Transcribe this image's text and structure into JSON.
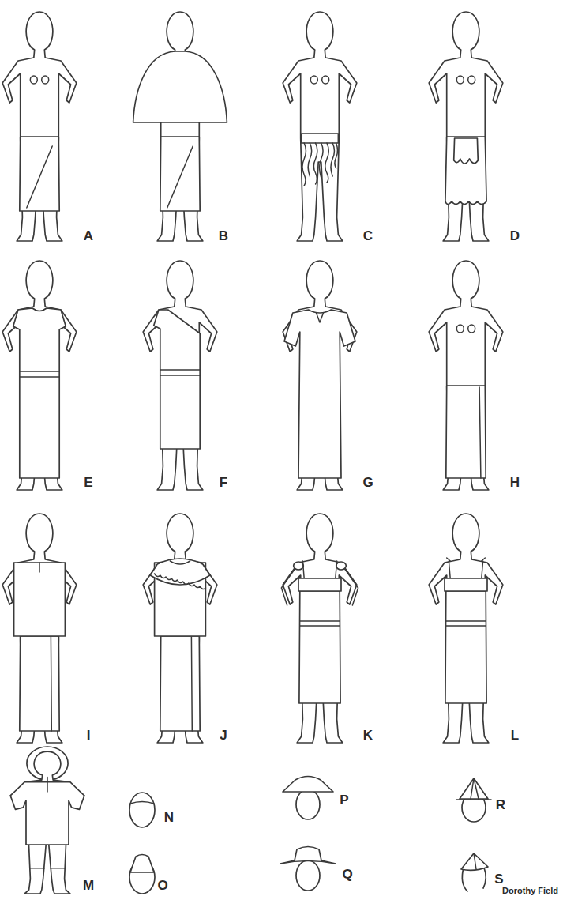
{
  "diagram": {
    "labels": [
      "A",
      "B",
      "C",
      "D",
      "E",
      "F",
      "G",
      "H",
      "I",
      "J",
      "K",
      "L",
      "M",
      "N",
      "P",
      "R",
      "O",
      "Q",
      "S",
      "Dorothy Field"
    ]
  }
}
